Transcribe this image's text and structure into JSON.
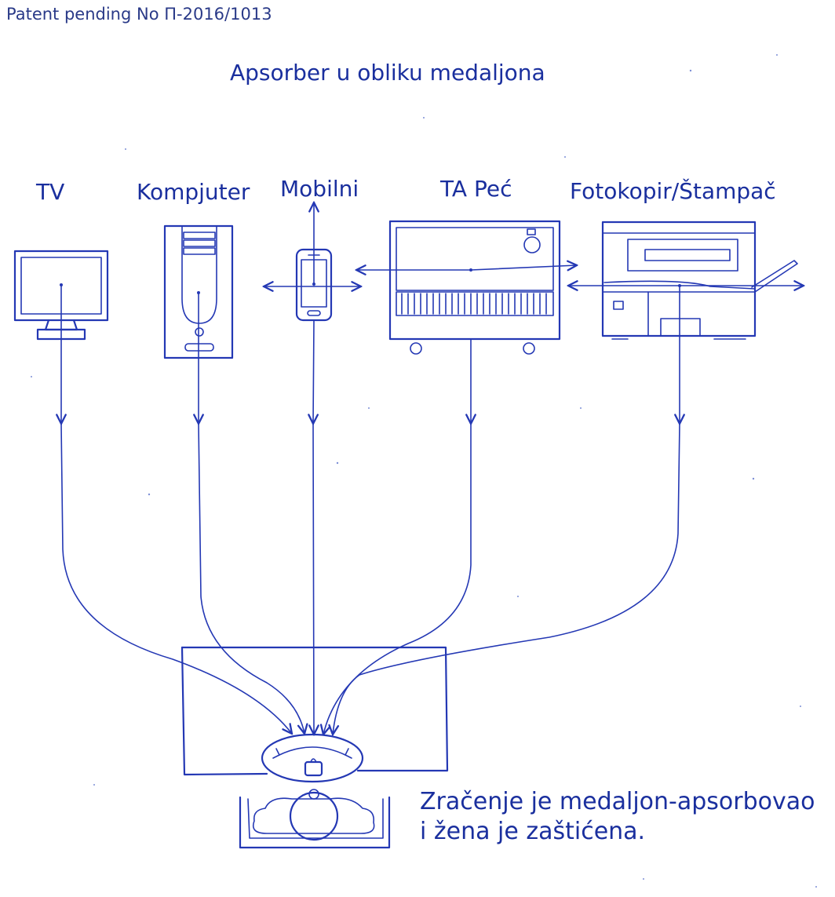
{
  "header": {
    "patent_text": "Patent pending No П-2016/1013",
    "title": "Apsorber u obliku medaljona"
  },
  "devices": [
    {
      "label": "TV",
      "icon": "tv-icon"
    },
    {
      "label": "Kompjuter",
      "icon": "computer-tower-icon"
    },
    {
      "label": "Mobilni",
      "icon": "mobile-phone-icon"
    },
    {
      "label": "TA Peć",
      "icon": "storage-heater-icon"
    },
    {
      "label": "Fotokopir/Štampač",
      "icon": "photocopier-icon"
    }
  ],
  "caption": {
    "line1": "Zračenje je medaljon-apsorbovao",
    "line2": "i žena je zaštićena."
  },
  "colors": {
    "ink": "#2438b4",
    "paper": "#ffffff"
  }
}
